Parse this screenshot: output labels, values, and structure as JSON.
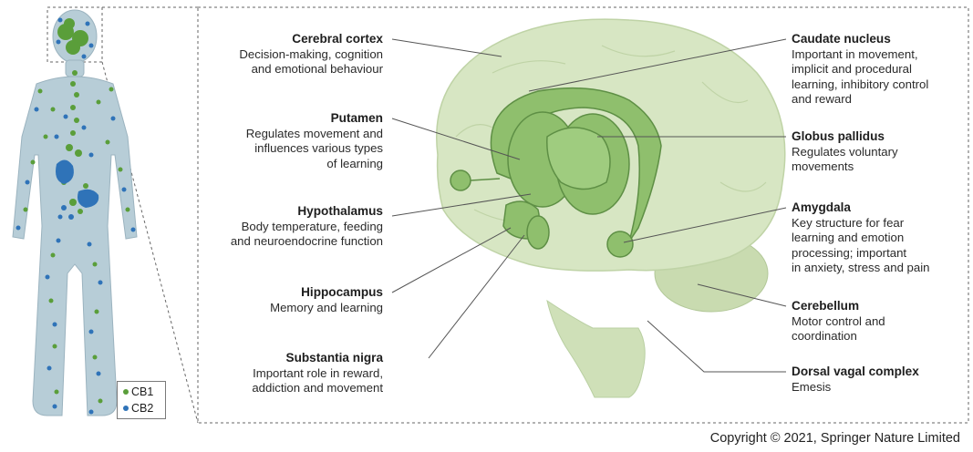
{
  "colors": {
    "cb1": "#5a9e3a",
    "cb2": "#2f73b8",
    "body_fill": "#b7cdd7",
    "brain_fill": "#d7e6c3",
    "structure_fill": "#7fb35f",
    "leader": "#555555"
  },
  "legend": {
    "items": [
      {
        "label": "CB1",
        "color": "#5a9e3a"
      },
      {
        "label": "CB2",
        "color": "#2f73b8"
      }
    ]
  },
  "labels": {
    "cerebral_cortex": {
      "title": "Cerebral cortex",
      "desc": [
        "Decision-making, cognition",
        "and emotional behaviour"
      ]
    },
    "putamen": {
      "title": "Putamen",
      "desc": [
        "Regulates movement and",
        "influences various types",
        "of learning"
      ]
    },
    "hypothalamus": {
      "title": "Hypothalamus",
      "desc": [
        "Body temperature, feeding",
        "and neuroendocrine function"
      ]
    },
    "hippocampus": {
      "title": "Hippocampus",
      "desc": [
        "Memory and learning"
      ]
    },
    "substantia_nigra": {
      "title": "Substantia nigra",
      "desc": [
        "Important role in reward,",
        "addiction and movement"
      ]
    },
    "caudate_nucleus": {
      "title": "Caudate nucleus",
      "desc": [
        "Important in movement,",
        "implicit and procedural",
        "learning, inhibitory control",
        "and reward"
      ]
    },
    "globus_pallidus": {
      "title": "Globus pallidus",
      "desc": [
        "Regulates voluntary",
        "movements"
      ]
    },
    "amygdala": {
      "title": "Amygdala",
      "desc": [
        "Key structure for fear",
        "learning and emotion",
        "processing; important",
        "in anxiety, stress and pain"
      ]
    },
    "cerebellum": {
      "title": "Cerebellum",
      "desc": [
        "Motor control and",
        "coordination"
      ]
    },
    "dorsal_vagal_complex": {
      "title": "Dorsal vagal complex",
      "desc": [
        "Emesis"
      ]
    }
  },
  "copyright": "Copyright © 2021, Springer Nature Limited"
}
